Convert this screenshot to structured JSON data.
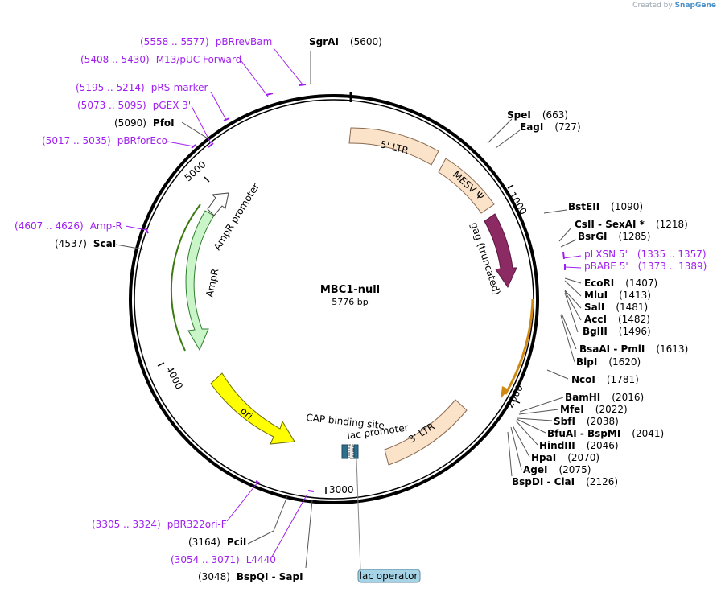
{
  "credit": {
    "prefix": "Created by",
    "brand": "SnapGene"
  },
  "plasmid": {
    "name": "MBC1-null",
    "size": "5776 bp"
  },
  "tick_labels": [
    "1000",
    "2000",
    "3000",
    "4000",
    "5000"
  ],
  "features": [
    {
      "label": "5' LTR",
      "color": "#fbe3c9"
    },
    {
      "label": "MESV Ψ",
      "color": "#fbe3c9"
    },
    {
      "label": "gag (truncated)",
      "color": "#8b2a63"
    },
    {
      "label": "3' LTR",
      "color": "#fbe3c9"
    },
    {
      "label": "ori",
      "color": "#ffff00"
    },
    {
      "label": "AmpR",
      "color": "#c9f5c9"
    },
    {
      "label": "AmpR promoter",
      "color": "#ffffff"
    },
    {
      "label": "CAP binding site",
      "color": "#ffffff"
    },
    {
      "label": "lac promoter",
      "color": "#ffffff"
    },
    {
      "label": "lac operator",
      "color": "#a6d4e6"
    }
  ],
  "restriction_sites": [
    {
      "name": "SgrAI",
      "pos": "(5600)"
    },
    {
      "name": "SpeI",
      "pos": "(663)"
    },
    {
      "name": "EagI",
      "pos": "(727)"
    },
    {
      "name": "BstEII",
      "pos": "(1090)"
    },
    {
      "name": "CsII  -  SexAI *",
      "pos": "(1218)"
    },
    {
      "name": "BsrGI",
      "pos": "(1285)"
    },
    {
      "name": "EcoRI",
      "pos": "(1407)"
    },
    {
      "name": "MluI",
      "pos": "(1413)"
    },
    {
      "name": "SalI",
      "pos": "(1481)"
    },
    {
      "name": "AccI",
      "pos": "(1482)"
    },
    {
      "name": "BglII",
      "pos": "(1496)"
    },
    {
      "name": "BsaAI  -  PmlI",
      "pos": "(1613)"
    },
    {
      "name": "BlpI",
      "pos": "(1620)"
    },
    {
      "name": "NcoI",
      "pos": "(1781)"
    },
    {
      "name": "BamHI",
      "pos": "(2016)"
    },
    {
      "name": "MfeI",
      "pos": "(2022)"
    },
    {
      "name": "SbfI",
      "pos": "(2038)"
    },
    {
      "name": "BfuAI  -  BspMI",
      "pos": "(2041)"
    },
    {
      "name": "HindIII",
      "pos": "(2046)"
    },
    {
      "name": "HpaI",
      "pos": "(2070)"
    },
    {
      "name": "AgeI",
      "pos": "(2075)"
    },
    {
      "name": "BspDI  -  ClaI",
      "pos": "(2126)"
    },
    {
      "name": "BspQI  -  SapI",
      "pos": "(3048)"
    },
    {
      "name": "PciI",
      "pos": "(3164)"
    },
    {
      "name": "ScaI",
      "pos": "(4537)"
    },
    {
      "name": "PfoI",
      "pos": "(5090)"
    }
  ],
  "primers": [
    {
      "label": "pBRrevBam",
      "range": "(5558 .. 5577)"
    },
    {
      "label": "M13/pUC Forward",
      "range": "(5408 .. 5430)"
    },
    {
      "label": "pRS-marker",
      "range": "(5195 .. 5214)"
    },
    {
      "label": "pGEX 3'",
      "range": "(5073 .. 5095)"
    },
    {
      "label": "pBRforEco",
      "range": "(5017 .. 5035)"
    },
    {
      "label": "Amp-R",
      "range": "(4607 .. 4626)"
    },
    {
      "label": "pLXSN 5'",
      "range": "(1335 .. 1357)"
    },
    {
      "label": "pBABE 5'",
      "range": "(1373 .. 1389)"
    },
    {
      "label": "pBR322ori-F",
      "range": "(3305 .. 3324)"
    },
    {
      "label": "L4440",
      "range": "(3054 .. 3071)"
    }
  ]
}
